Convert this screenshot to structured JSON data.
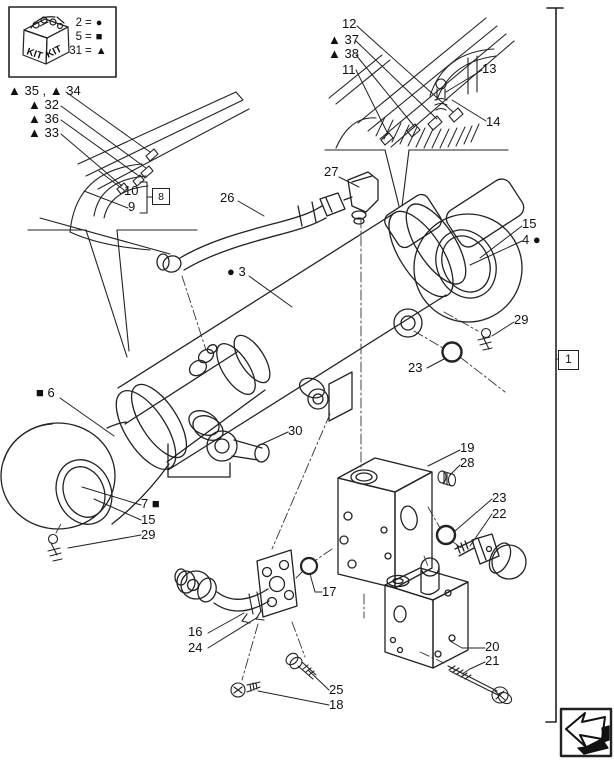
{
  "legend": {
    "kit_front": "KIT",
    "kit_side": "KIT",
    "eq": "=",
    "rows": [
      {
        "num": "2",
        "symbol": "●"
      },
      {
        "num": "5",
        "symbol": "■"
      },
      {
        "num": "31",
        "symbol": "▲"
      }
    ]
  },
  "refs": {
    "detail": "8",
    "main": "1"
  },
  "callouts": {
    "c35_34": "▲ 35 , ▲ 34",
    "c32": "▲ 32",
    "c36": "▲ 36",
    "c33": "▲ 33",
    "c10": "10",
    "c9": "9",
    "c12": "12",
    "c37": "▲ 37",
    "c38": "▲ 38",
    "c11": "11",
    "c13": "13",
    "c14": "14",
    "c27": "27",
    "c26": "26",
    "c3": "● 3",
    "c15r": "15",
    "c4": "4 ●",
    "c29r": "29",
    "c23r": "23",
    "c6": "■ 6",
    "c30": "30",
    "c19": "19",
    "c28": "28",
    "c23b": "23",
    "c22": "22",
    "c7": "7 ■",
    "c15l": "15",
    "c29l": "29",
    "c17": "17",
    "c16": "16",
    "c24": "24",
    "c20": "20",
    "c21": "21",
    "c25": "25",
    "c18": "18"
  }
}
